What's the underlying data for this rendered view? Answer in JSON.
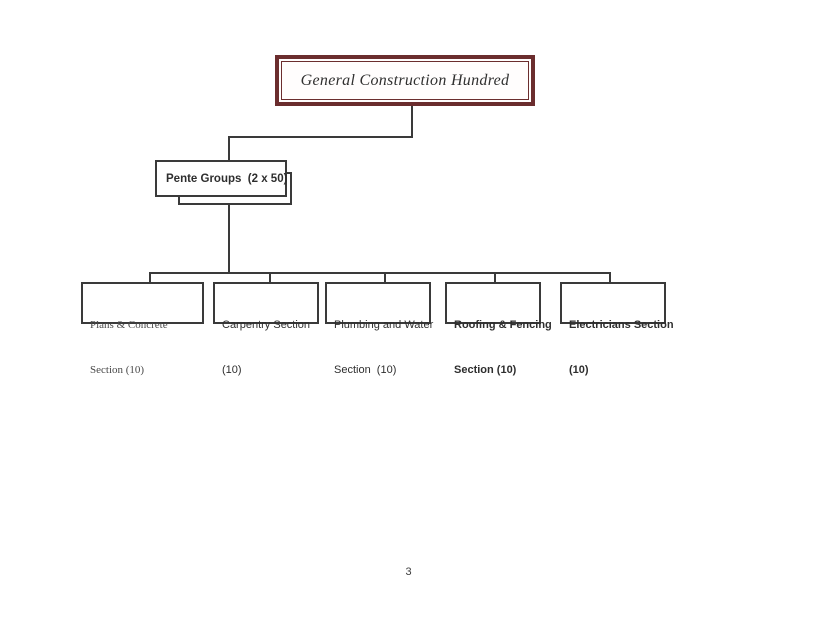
{
  "page": {
    "number": "3"
  },
  "chart": {
    "type": "org-chart",
    "root": {
      "label": "General Construction Hundred"
    },
    "group": {
      "label": "Pente Groups  (2 x 50)"
    },
    "sections": [
      {
        "line1": "Plans & Concrete",
        "line2": "Section (10)"
      },
      {
        "line1": "Carpentry Section",
        "line2": "(10)"
      },
      {
        "line1": "Plumbing and Water",
        "line2": "Section  (10)"
      },
      {
        "line1": "Roofing & Fencing",
        "line2": "Section (10)"
      },
      {
        "line1": "Electricians Section",
        "line2": "(10)"
      }
    ],
    "colors": {
      "root_border": "#6b2d2e",
      "line": "#3a3a3a",
      "text": "#2e2e2e"
    }
  }
}
